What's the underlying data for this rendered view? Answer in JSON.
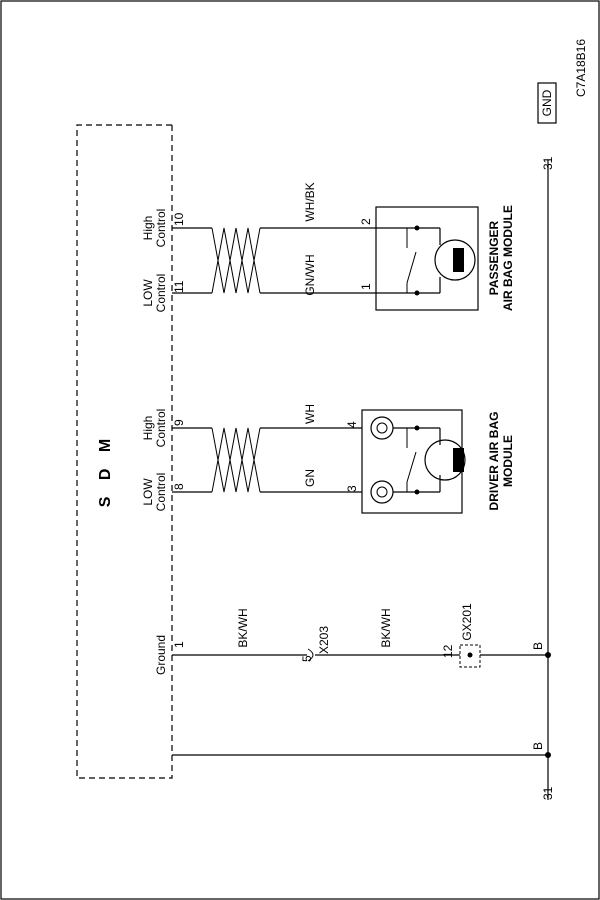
{
  "figure_id": "C7A18B16",
  "sdm": {
    "title": "S D M",
    "ground_label": "Ground",
    "ground_pin": "1",
    "driver_low_label": "LOW Control",
    "driver_low_pin": "8",
    "driver_high_label": "High Control",
    "driver_high_pin": "9",
    "pass_low_label": "LOW Control",
    "pass_low_pin": "11",
    "pass_high_label": "High Control",
    "pass_high_pin": "10"
  },
  "wires": {
    "ground_1": "BK/WH",
    "ground_2": "BK/WH",
    "driver_low": "GN",
    "driver_high": "WH",
    "pass_low": "GN/WH",
    "pass_high": "WH/BK"
  },
  "connectors": {
    "x203_name": "X203",
    "x203_pin": "5",
    "gx201_name": "GX201",
    "gx201_pin": "12"
  },
  "driver_module": {
    "name": "DRIVER AIR BAG MODULE",
    "pin_low": "3",
    "pin_high": "4"
  },
  "passenger_module": {
    "name": "PASSENGER AIR BAG MODULE",
    "pin_low": "1",
    "pin_high": "2"
  },
  "ground_bus": {
    "label": "GND",
    "circuit_left": "31",
    "circuit_right": "31",
    "splice_a": "B",
    "splice_b": "B"
  }
}
